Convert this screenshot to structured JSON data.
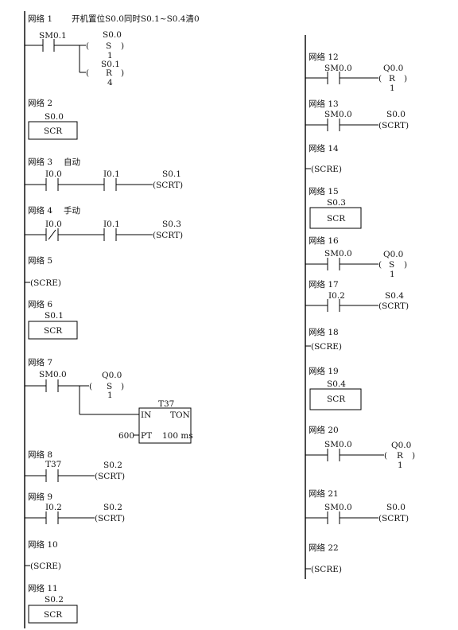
{
  "left": {
    "n1": {
      "title": "网络 1",
      "comment": "开机置位S0.0同时S0.1~S0.4清0",
      "c1": "SM0.1",
      "o1": "S0.0",
      "o1a": "S",
      "o1b": "1",
      "o2": "S0.1",
      "o2a": "R",
      "o2b": "4"
    },
    "n2": {
      "title": "网络 2",
      "bit": "S0.0",
      "box": "SCR"
    },
    "n3": {
      "title": "网络 3",
      "comment": "自动",
      "c1": "I0.0",
      "c2": "I0.1",
      "o1": "S0.1",
      "o1a": "(SCRT)"
    },
    "n4": {
      "title": "网络 4",
      "comment": "手动",
      "c1": "I0.0",
      "c2": "I0.1",
      "o1": "S0.3",
      "o1a": "(SCRT)"
    },
    "n5": {
      "title": "网络 5",
      "coil": "(SCRE)"
    },
    "n6": {
      "title": "网络 6",
      "bit": "S0.1",
      "box": "SCR"
    },
    "n7": {
      "title": "网络 7",
      "c1": "SM0.0",
      "o1": "Q0.0",
      "o1a": "S",
      "o1b": "1",
      "timer": "T37",
      "in": "IN",
      "ton": "TON",
      "pt": "PT",
      "ptval": "600",
      "unit": "100 ms"
    },
    "n8": {
      "title": "网络 8",
      "c1": "T37",
      "o1": "S0.2",
      "o1a": "(SCRT)"
    },
    "n9": {
      "title": "网络 9",
      "c1": "I0.2",
      "o1": "S0.2",
      "o1a": "(SCRT)"
    },
    "n10": {
      "title": "网络 10",
      "coil": "(SCRE)"
    },
    "n11": {
      "title": "网络 11",
      "bit": "S0.2",
      "box": "SCR"
    }
  },
  "right": {
    "n12": {
      "title": "网络 12",
      "c1": "SM0.0",
      "o1": "Q0.0",
      "o1a": "R",
      "o1b": "1"
    },
    "n13": {
      "title": "网络 13",
      "c1": "SM0.0",
      "o1": "S0.0",
      "o1a": "(SCRT)"
    },
    "n14": {
      "title": "网络 14",
      "coil": "(SCRE)"
    },
    "n15": {
      "title": "网络 15",
      "bit": "S0.3",
      "box": "SCR"
    },
    "n16": {
      "title": "网络 16",
      "c1": "SM0.0",
      "o1": "Q0.0",
      "o1a": "S",
      "o1b": "1"
    },
    "n17": {
      "title": "网络 17",
      "c1": "I0.2",
      "o1": "S0.4",
      "o1a": "(SCRT)"
    },
    "n18": {
      "title": "网络 18",
      "coil": "(SCRE)"
    },
    "n19": {
      "title": "网络 19",
      "bit": "S0.4",
      "box": "SCR"
    },
    "n20": {
      "title": "网络 20",
      "c1": "SM0.0",
      "o1": "Q0.0",
      "o1a": "R",
      "o1b": "1"
    },
    "n21": {
      "title": "网络 21",
      "c1": "SM0.0",
      "o1": "S0.0",
      "o1a": "(SCRT)"
    },
    "n22": {
      "title": "网络 22",
      "coil": "(SCRE)"
    }
  }
}
